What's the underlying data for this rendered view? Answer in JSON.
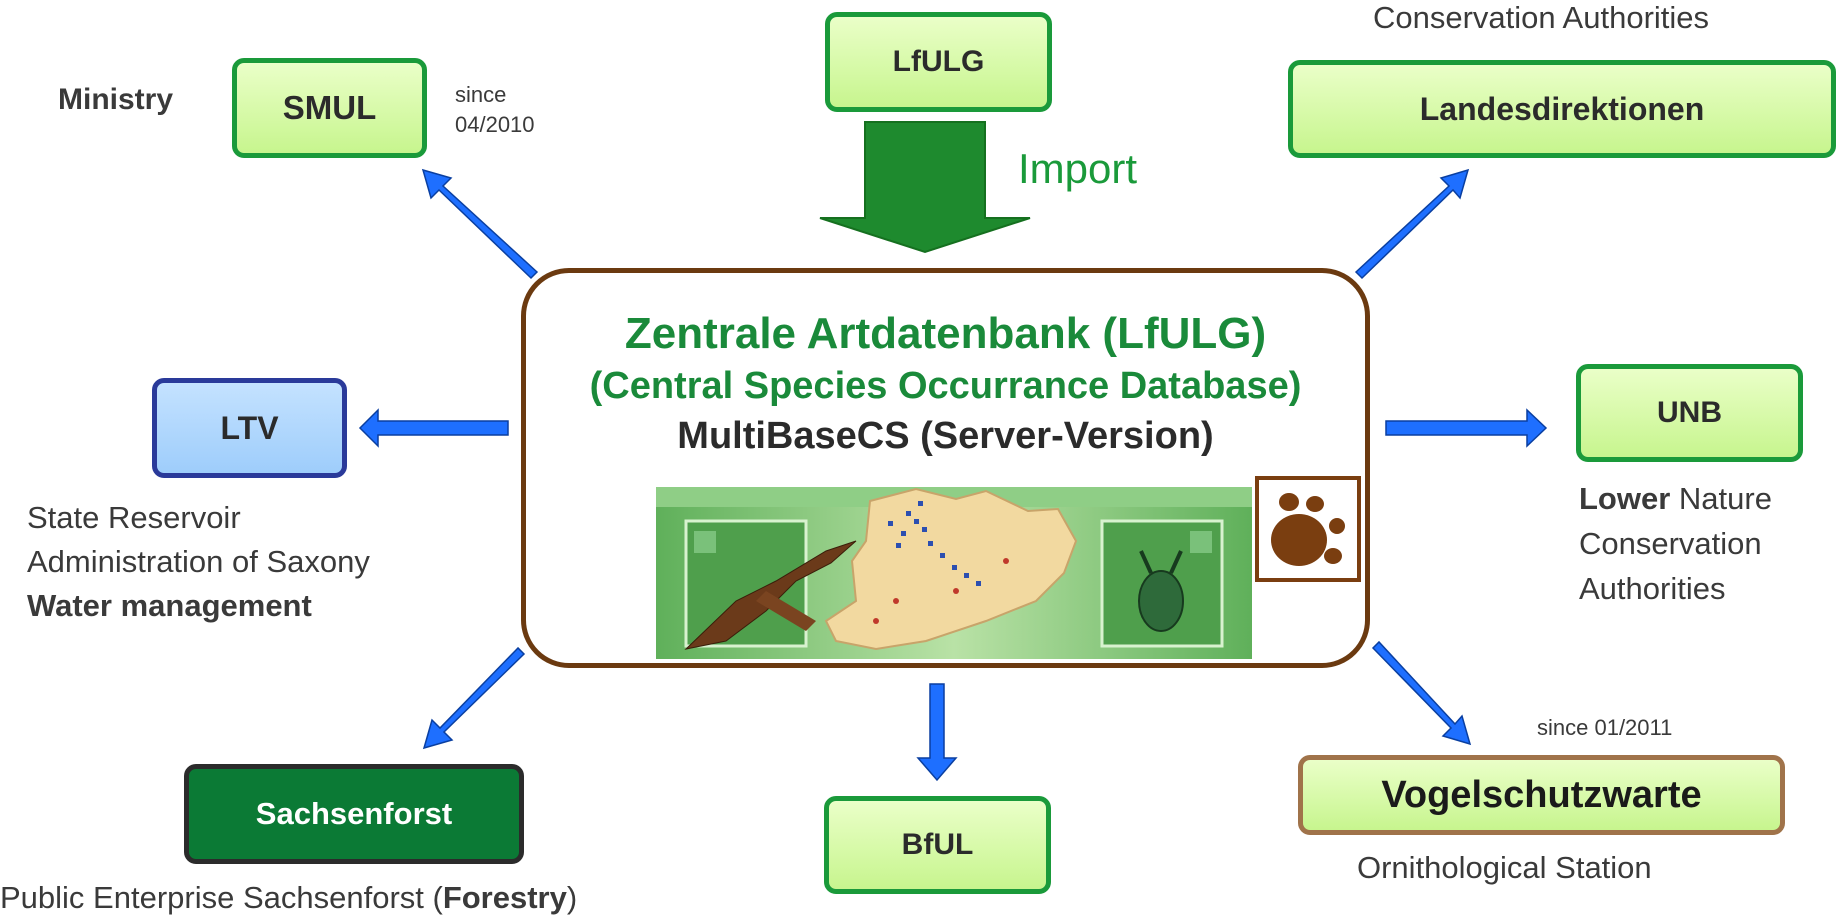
{
  "center": {
    "title_de": "Zentrale Artdatenbank (LfULG)",
    "title_en": "(Central Species Occurrance Database)",
    "subtitle": "MultiBaseCS (Server-Version)"
  },
  "import_label": "Import",
  "nodes": {
    "smul": {
      "label": "SMUL",
      "role": "Ministry",
      "note_line1": "since",
      "note_line2": "04/2010"
    },
    "lfulg": {
      "label": "LfULG"
    },
    "landesdirektionen": {
      "label": "Landesdirektionen",
      "caption": "Conservation Authorities"
    },
    "ltv": {
      "label": "LTV",
      "caption_line1": "State Reservoir",
      "caption_line2": "Administration of Saxony",
      "caption_line3": "Water management"
    },
    "unb": {
      "label": "UNB",
      "caption_bold": "Lower",
      "caption_rest": " Nature",
      "caption_line2": "Conservation",
      "caption_line3": "Authorities"
    },
    "sachsenforst": {
      "label": "Sachsenforst",
      "caption_pre": "Public Enterprise Sachsenforst (",
      "caption_bold": "Forestry",
      "caption_post": ")"
    },
    "bful": {
      "label": "BfUL"
    },
    "vogelschutzwarte": {
      "label": "Vogelschutzwarte",
      "note": "since 01/2011",
      "caption": "Ornithological Station"
    }
  },
  "colors": {
    "box_border_green": "#1a9a3a",
    "box_fill_green": "#c7f58e",
    "arrow_blue": "#1e6fff",
    "center_border": "#6b3a10",
    "title_green": "#1a8a3a",
    "sachsenforst_fill": "#0b7a35",
    "ltv_fill": "#9ecdfb",
    "ltv_border": "#2a3a9a",
    "vogel_border": "#a0734a"
  }
}
